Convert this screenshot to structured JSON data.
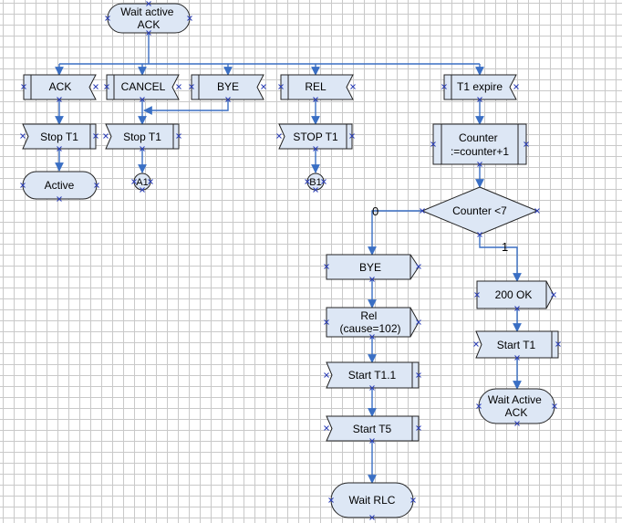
{
  "colors": {
    "shape_fill": "#dde7f5",
    "shape_stroke": "#222222",
    "connector": "#3a6fc4",
    "grid": "#c9c9c9"
  },
  "nodes": {
    "wait_active_ack": [
      "Wait active",
      "ACK"
    ],
    "ack": [
      "ACK"
    ],
    "cancel": [
      "CANCEL"
    ],
    "bye_top": [
      "BYE"
    ],
    "rel_top": [
      "REL"
    ],
    "t1_expire": [
      "T1 expire"
    ],
    "stop_t1_ack": [
      "Stop T1"
    ],
    "stop_t1_cancel": [
      "Stop T1"
    ],
    "stop_t1_rel": [
      "STOP T1"
    ],
    "counter_process": [
      "Counter",
      ":=counter+1"
    ],
    "active": [
      "Active"
    ],
    "connector_a1": [
      "A1"
    ],
    "connector_b1": [
      "B1"
    ],
    "counter_decision": [
      "Counter <7"
    ],
    "bye_send": [
      "BYE"
    ],
    "rel_send": [
      "Rel",
      "(cause=102)"
    ],
    "start_t1_1": [
      "Start T1.1"
    ],
    "start_t5": [
      "Start T5"
    ],
    "wait_rlc": [
      "Wait RLC"
    ],
    "ok_200": [
      "200 OK"
    ],
    "start_t1": [
      "Start T1"
    ],
    "wait_active_ack_2": [
      "Wait Active",
      "ACK"
    ]
  },
  "edge_labels": {
    "zero": "0",
    "one": "1"
  }
}
